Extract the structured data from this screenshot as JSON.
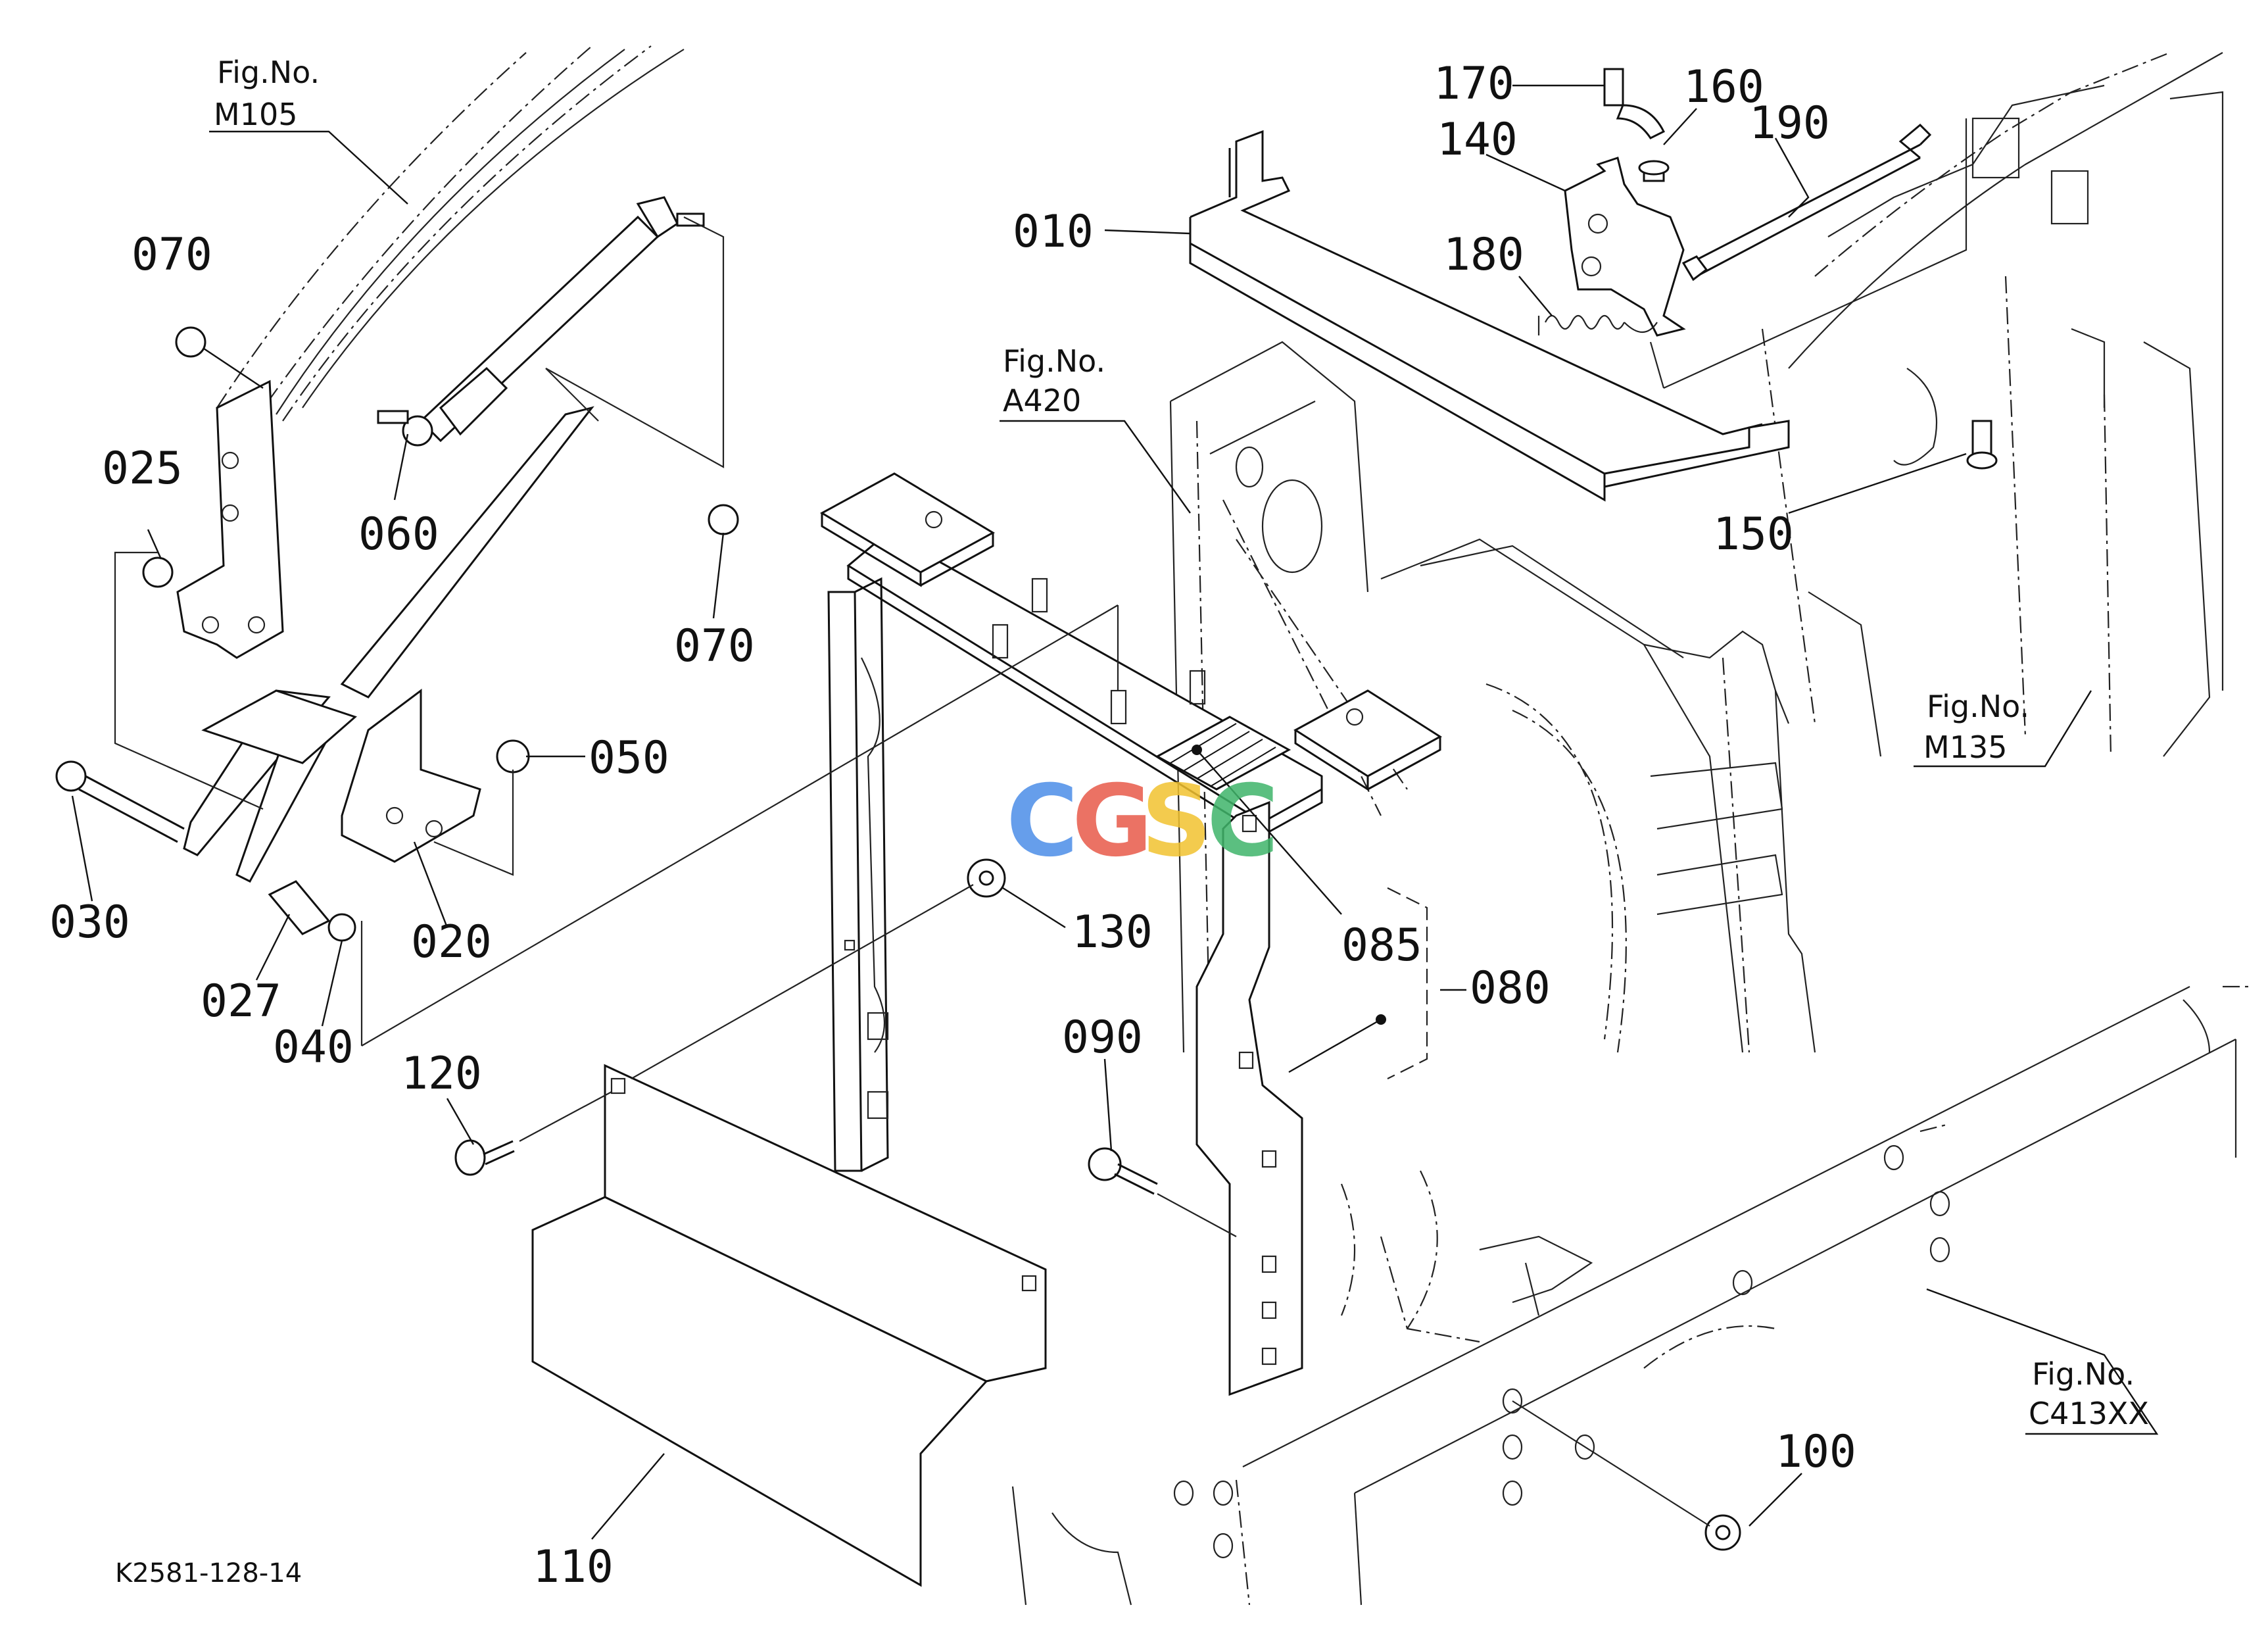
{
  "drawing_code": "K2581-128-14",
  "watermark": {
    "letters": [
      "C",
      "G",
      "S",
      "C"
    ],
    "colors": [
      "#4c8ee8",
      "#e85a4a",
      "#f2c230",
      "#3fb56a"
    ]
  },
  "references": [
    {
      "id": "m105",
      "label": "Fig.No.",
      "code": "M105"
    },
    {
      "id": "a420",
      "label": "Fig.No.",
      "code": "A420"
    },
    {
      "id": "m135",
      "label": "Fig.No.",
      "code": "M135"
    },
    {
      "id": "c413xx",
      "label": "Fig.No.",
      "code": "C413XX"
    }
  ],
  "parts": [
    {
      "id": "p010",
      "no": "010"
    },
    {
      "id": "p020",
      "no": "020"
    },
    {
      "id": "p025",
      "no": "025"
    },
    {
      "id": "p027",
      "no": "027"
    },
    {
      "id": "p030",
      "no": "030"
    },
    {
      "id": "p040",
      "no": "040"
    },
    {
      "id": "p050",
      "no": "050"
    },
    {
      "id": "p060",
      "no": "060"
    },
    {
      "id": "p070a",
      "no": "070"
    },
    {
      "id": "p070b",
      "no": "070"
    },
    {
      "id": "p080",
      "no": "080"
    },
    {
      "id": "p085",
      "no": "085"
    },
    {
      "id": "p090",
      "no": "090"
    },
    {
      "id": "p100",
      "no": "100"
    },
    {
      "id": "p110",
      "no": "110"
    },
    {
      "id": "p120",
      "no": "120"
    },
    {
      "id": "p130",
      "no": "130"
    },
    {
      "id": "p140",
      "no": "140"
    },
    {
      "id": "p150",
      "no": "150"
    },
    {
      "id": "p160",
      "no": "160"
    },
    {
      "id": "p170",
      "no": "170"
    },
    {
      "id": "p180",
      "no": "180"
    },
    {
      "id": "p190",
      "no": "190"
    }
  ]
}
